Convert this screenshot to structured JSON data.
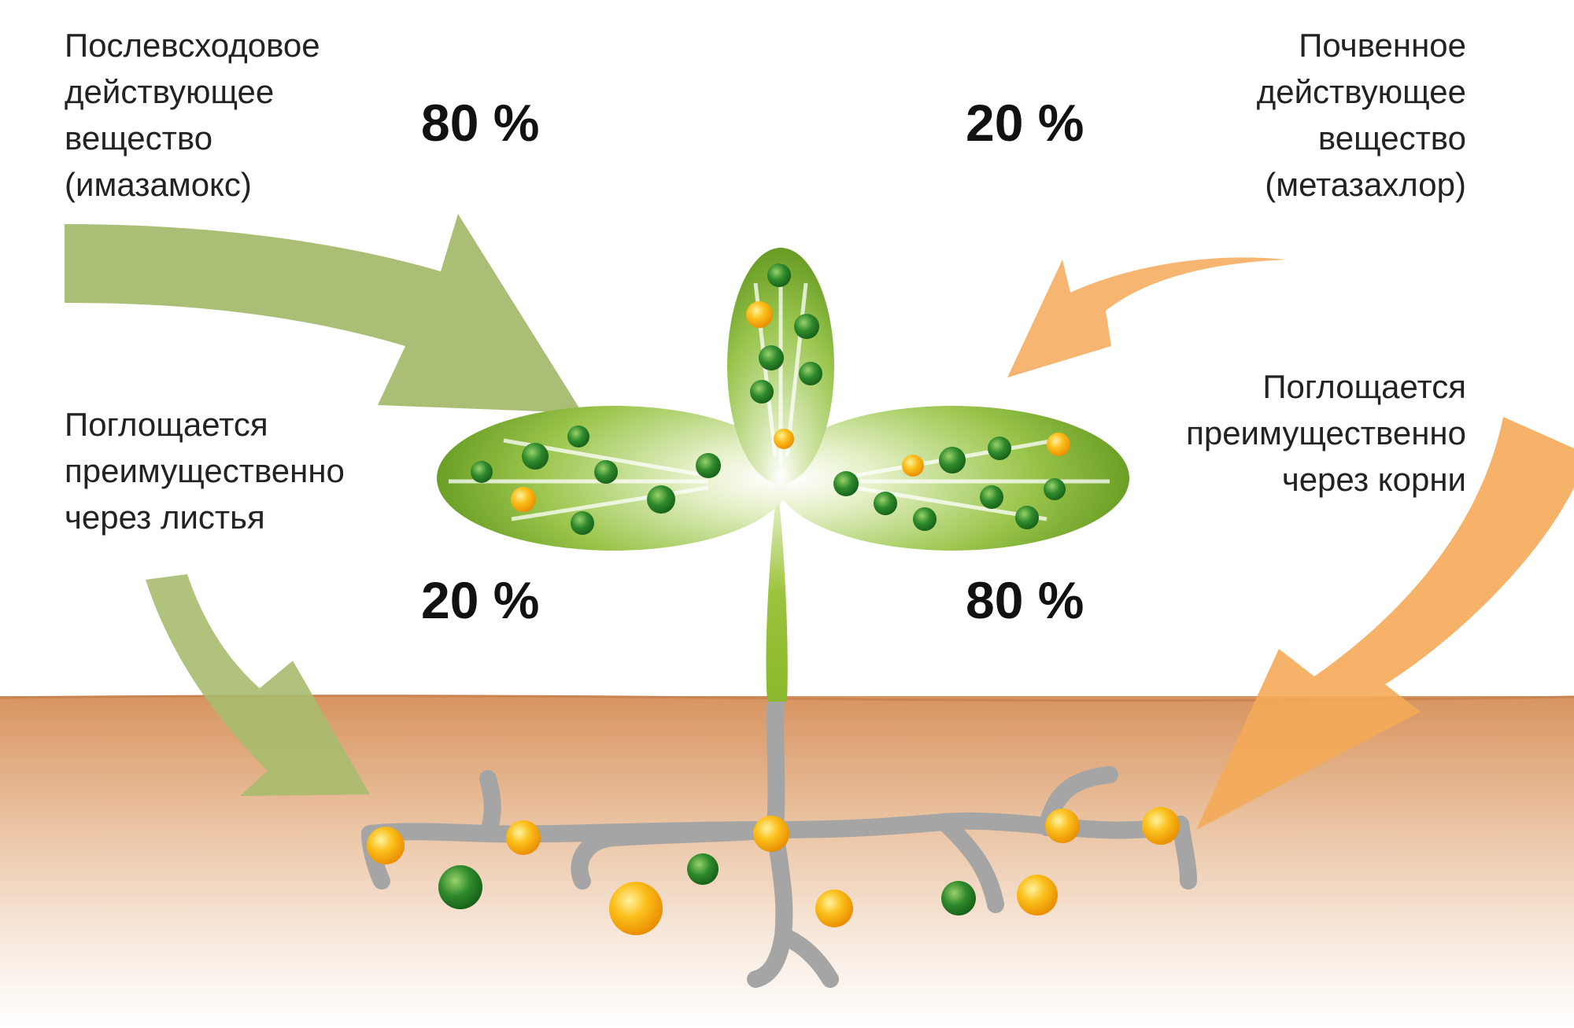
{
  "labels": {
    "post_emergence": [
      "Послевсходовое",
      "действующее",
      "вещество",
      "(имазамокс)"
    ],
    "soil": [
      "Почвенное",
      "действующее",
      "вещество",
      "(метазахлор)"
    ],
    "leaves_uptake": [
      "Поглощается",
      "преимущественно",
      "через листья"
    ],
    "roots_uptake": [
      "Поглощается",
      "преимущественно",
      "через корни"
    ]
  },
  "percentages": {
    "imazamox_leaves": "80 %",
    "metazachlor_leaves": "20 %",
    "imazamox_roots": "20 %",
    "metazachlor_roots": "80 %"
  },
  "colors": {
    "green_arrow": "#a7bb6e",
    "orange_arrow": "#f4b068",
    "soil_top": "#d99a68",
    "leaf_green": "#6fa52c",
    "root_gray": "#a6a6a6",
    "particle_orange": "#f9a602",
    "particle_green": "#2d8a2b"
  }
}
